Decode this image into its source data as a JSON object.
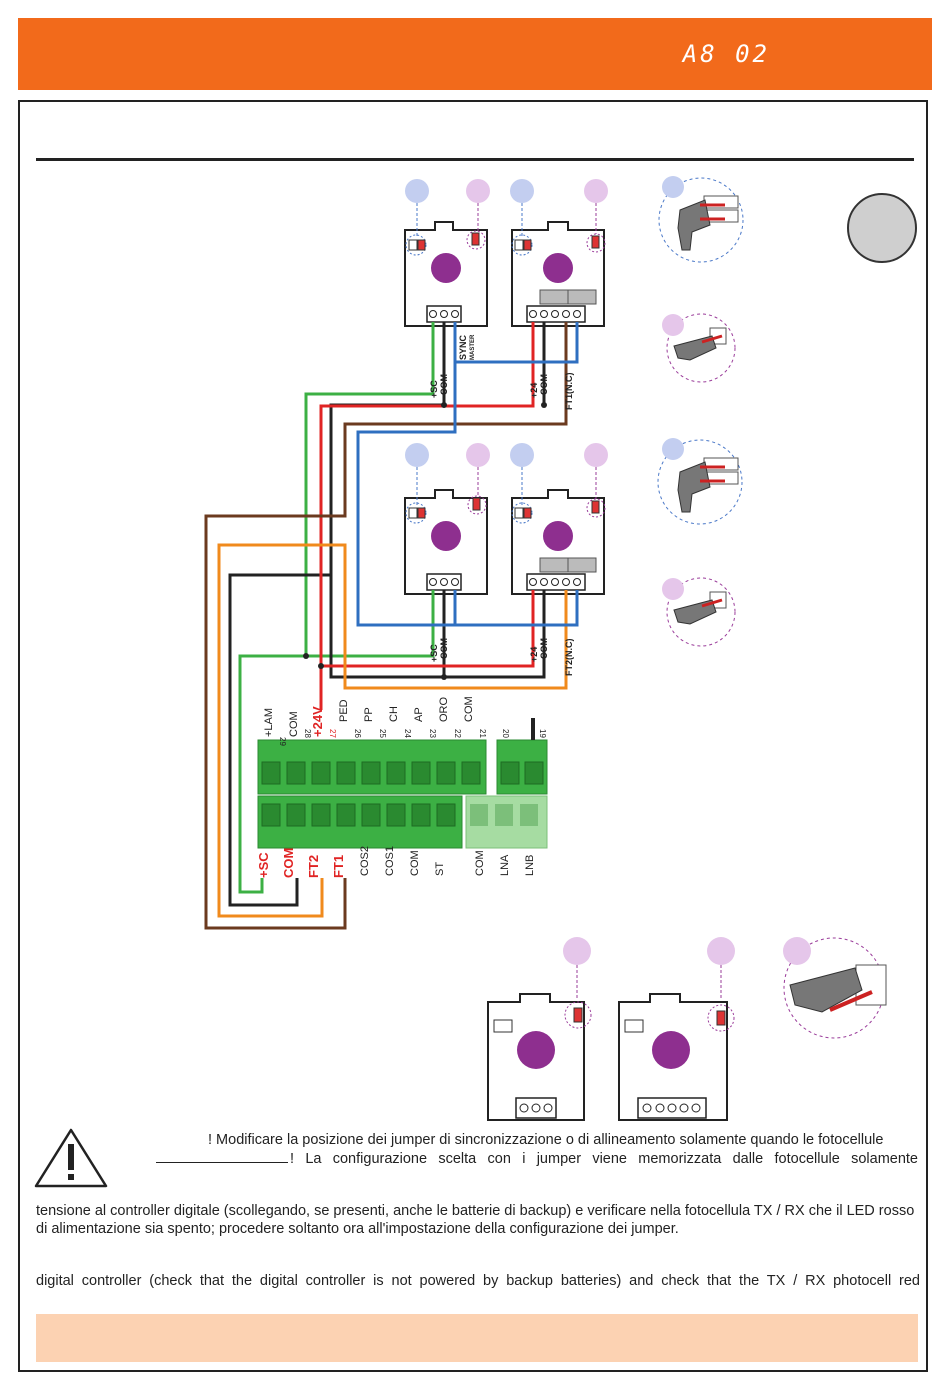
{
  "header": {
    "model": "A8 02",
    "color": "#f26a1b"
  },
  "terminals_top": [
    "+LAM",
    "COM",
    "+24V",
    "PED",
    "PP",
    "CH",
    "AP",
    "ORO",
    "COM",
    "",
    "",
    ""
  ],
  "terminals_top_nums": [
    "29",
    "28",
    "27",
    "26",
    "25",
    "24",
    "23",
    "22",
    "21",
    "20",
    "19"
  ],
  "terminals_bottom": [
    "+SC",
    "COM",
    "FT2",
    "FT1",
    "COS2",
    "COS1",
    "COM",
    "ST",
    "COM",
    "LNA",
    "LNB"
  ],
  "photocell_labels": {
    "sync": "SYNC",
    "master": "MASTER",
    "sc": "+SC",
    "com": "-COM",
    "p24": "+24",
    "ft1": "FT1(N.C)",
    "ft2": "FT2(N.C)"
  },
  "warning": {
    "it_line1": "! Modificare la posizione dei jumper di sincronizzazione o di allineamento solamente quando le fotocellule",
    "it_line2": "! La configurazione scelta con i jumper viene memorizzata dalle fotocellule solamente",
    "it_line3": "tensione al controller digitale (scollegando, se presenti, anche le batterie di backup) e verificare nella fotocellula TX / RX che il LED rosso di alimentazione sia spento; procedere soltanto ora all'impostazione della configurazione dei jumper.",
    "en_line1": "digital controller (check that the digital controller is not powered by backup batteries) and check that the TX / RX photocell red"
  }
}
